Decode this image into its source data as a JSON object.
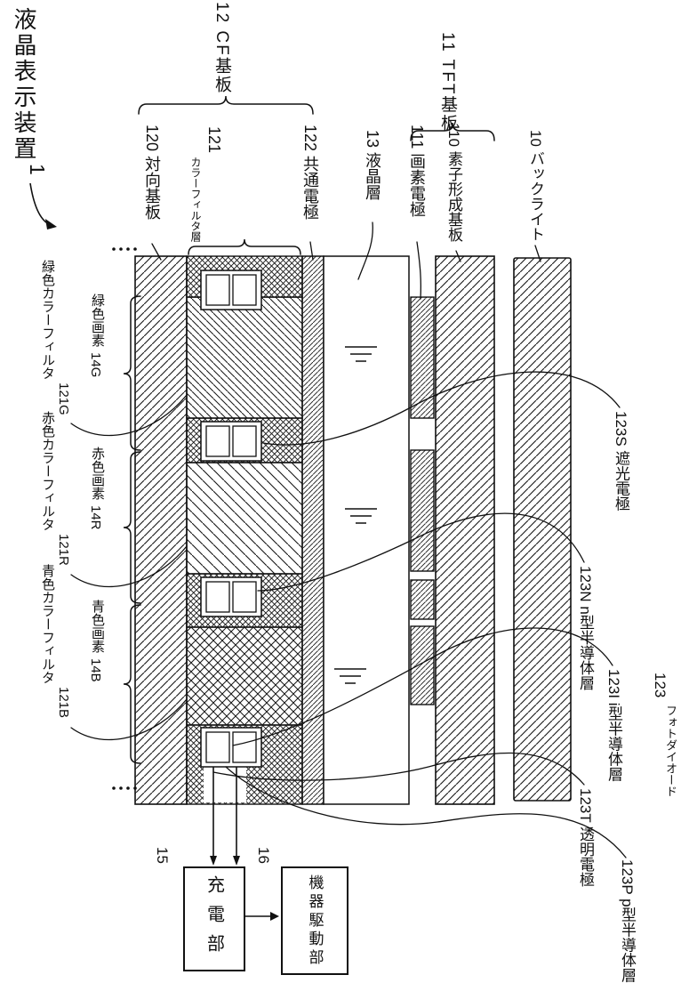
{
  "title": {
    "device": "液晶表示装置",
    "number": "1"
  },
  "groups": {
    "cf_board": "12 CF基板",
    "tft_board": "11 TFT基板"
  },
  "layers": {
    "counter_substrate": "120 対向基板",
    "color_filter_number": "121",
    "color_filter_name": "カラーフィルタ層",
    "common_electrode": "122 共通電極",
    "liquid_crystal": "13 液晶層",
    "pixel_electrode": "111 画素電極",
    "element_substrate": "110 素子形成基板",
    "backlight": "10 バックライト"
  },
  "pixels": {
    "green_filter": "緑色カラーフィルタ",
    "green_filter_num": "121G",
    "green_pixel": "緑色画素",
    "green_pixel_num": "14G",
    "red_filter": "赤色カラーフィルタ",
    "red_filter_num": "121R",
    "red_pixel": "赤色画素",
    "red_pixel_num": "14R",
    "blue_filter": "青色カラーフィルタ",
    "blue_filter_num": "121B",
    "blue_pixel": "青色画素",
    "blue_pixel_num": "14B"
  },
  "photodiode": {
    "shield_electrode": "123S 遮光電極",
    "n_layer": "123N n型半導体層",
    "i_layer": "123I i型半導体層",
    "group_number": "123",
    "group_name": "フォトダイオード",
    "transparent_electrode": "123T 透明電極",
    "p_layer": "123P p型半導体層"
  },
  "blocks": {
    "charger_number": "15",
    "charger_label": "充電部",
    "driver_number": "16",
    "driver_label": "機器駆動部"
  }
}
